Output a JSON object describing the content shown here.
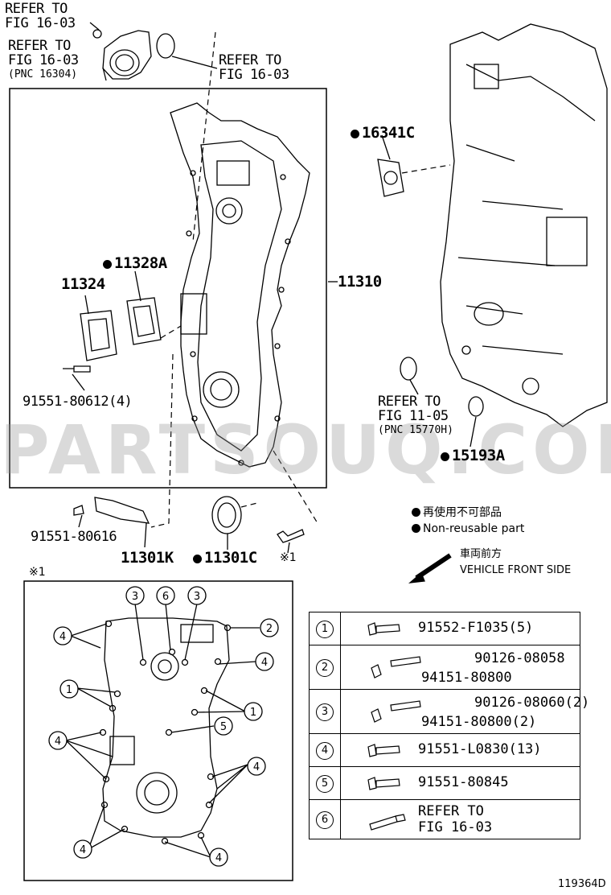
{
  "labels": {
    "refer_1603_a_l1": "REFER TO",
    "refer_1603_a_l2": "FIG 16-03",
    "refer_1603_b_l1": "REFER TO",
    "refer_1603_b_l2": "FIG 16-03",
    "refer_1603_b_pnc": "(PNC 16304)",
    "refer_1603_c_l1": "REFER TO",
    "refer_1603_c_l2": "FIG 16-03",
    "p16341c": "16341C",
    "p11328a": "11328A",
    "p11324": "11324",
    "p11310": "11310",
    "p91551_80612": "91551-80612(4)",
    "refer_1105_l1": "REFER TO",
    "refer_1105_l2": "FIG 11-05",
    "refer_1105_pnc": "(PNC 15770H)",
    "p15193a": "15193A",
    "p91551_80616": "91551-80616",
    "p11301k": "11301K",
    "p11301c": "11301C",
    "note_mark": "※1",
    "detail_mark": "※1",
    "legend_jp": "再使用不可部品",
    "legend_en": "Non-reusable part",
    "front_jp": "車両前方",
    "front_en": "VEHICLE FRONT SIDE",
    "figure_id": "119364D",
    "watermark": "PARTSOUQ.COM"
  },
  "detail_callouts": [
    "3",
    "6",
    "3",
    "2",
    "4",
    "4",
    "1",
    "1",
    "4",
    "5",
    "4",
    "4",
    "4"
  ],
  "bolt_table": [
    {
      "num": "1",
      "parts": [
        "91552-F1035(5)"
      ]
    },
    {
      "num": "2",
      "parts": [
        "90126-08058",
        "94151-80800"
      ]
    },
    {
      "num": "3",
      "parts": [
        "90126-08060(2)",
        "94151-80800(2)"
      ]
    },
    {
      "num": "4",
      "parts": [
        "91551-L0830(13)"
      ]
    },
    {
      "num": "5",
      "parts": [
        "91551-80845"
      ]
    },
    {
      "num": "6",
      "parts": [
        "REFER TO",
        "FIG 16-03"
      ]
    }
  ]
}
